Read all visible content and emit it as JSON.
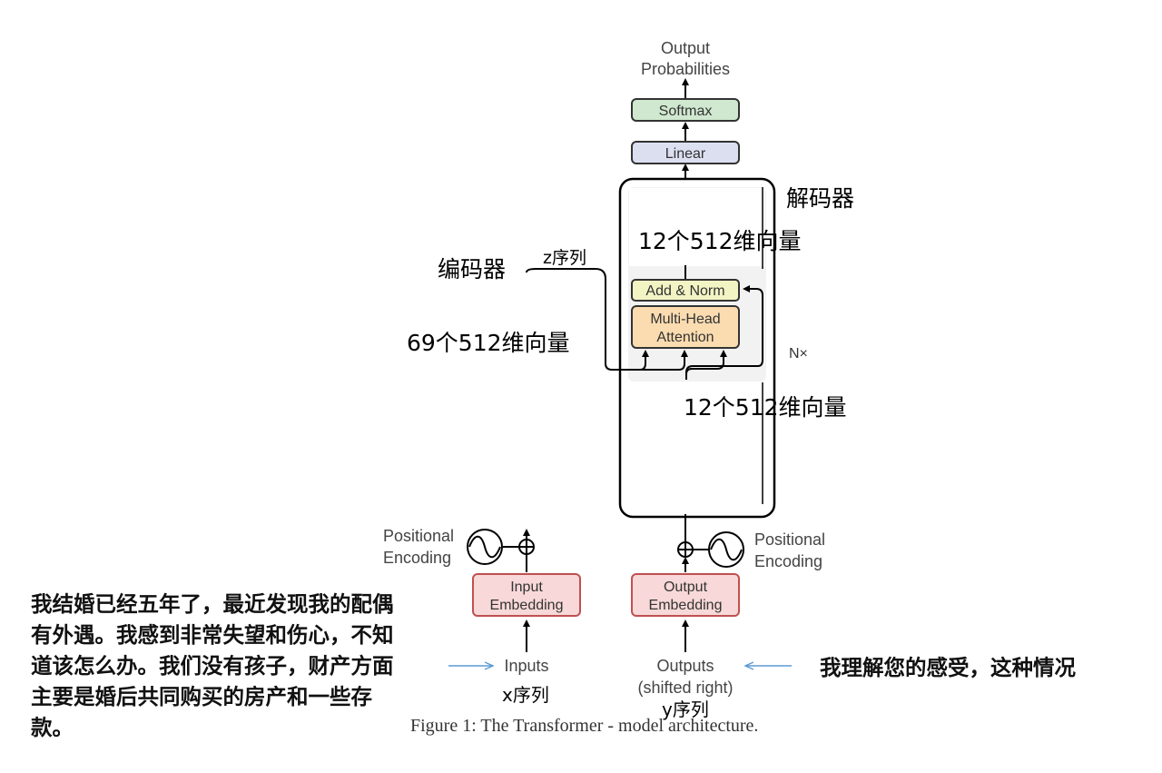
{
  "diagram": {
    "output_probabilities": [
      "Output",
      "Probabilities"
    ],
    "softmax": "Softmax",
    "linear": "Linear",
    "add_norm": "Add & Norm",
    "multi_head_attention": [
      "Multi-Head",
      "Attention"
    ],
    "nx": "N×",
    "positional_encoding_left": [
      "Positional",
      "Encoding"
    ],
    "positional_encoding_right": [
      "Positional",
      "Encoding"
    ],
    "input_embedding": [
      "Input",
      "Embedding"
    ],
    "output_embedding": [
      "Output",
      "Embedding"
    ],
    "inputs": "Inputs",
    "outputs": [
      "Outputs",
      "(shifted right)"
    ],
    "colors": {
      "softmax_fill": "#cfe8cf",
      "linear_fill": "#dcdff0",
      "add_norm_fill": "#f2f4c4",
      "attention_fill": "#fbdcb0",
      "embedding_fill": "#f8d8d8",
      "embedding_stroke": "#c05050",
      "arrow_blue": "#5b9bd5"
    }
  },
  "annotations": {
    "decoder": "解码器",
    "encoder": "编码器",
    "z_seq": "z序列",
    "vec12_top": "12个512维向量",
    "vec69": "69个512维向量",
    "vec12_bottom": "12个512维向量",
    "x_seq": "x序列",
    "y_seq": "y序列"
  },
  "paragraph": "我结婚已经五年了，最近发现我的配偶有外遇。我感到非常失望和伤心，不知道该怎么办。我们没有孩子，财产方面主要是婚后共同购买的房产和一些存款。",
  "reply": "我理解您的感受，这种情况",
  "caption": "Figure 1: The Transformer - model architecture."
}
